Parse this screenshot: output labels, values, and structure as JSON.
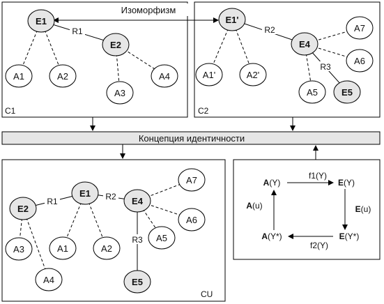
{
  "top_arrow_label": "Изоморфизм",
  "concept_bar": "Концепция идентичности",
  "panels": {
    "c1": "C1",
    "c2": "C2",
    "cu": "CU"
  },
  "c1_nodes": {
    "e1": "E1",
    "e2": "E2",
    "a1": "A1",
    "a2": "A2",
    "a3": "A3",
    "a4": "A4"
  },
  "c1_edges": {
    "r1": "R1"
  },
  "c2_nodes": {
    "e1p": "E1'",
    "e4": "E4",
    "e5": "E5",
    "a1p": "A1'",
    "a2p": "A2'",
    "a5": "A5",
    "a6": "A6",
    "a7": "A7"
  },
  "c2_edges": {
    "r2": "R2",
    "r3": "R3"
  },
  "cu_nodes": {
    "e1": "E1",
    "e2": "E2",
    "e4": "E4",
    "e5": "E5",
    "a1": "A1",
    "a2": "A2",
    "a3": "A3",
    "a4": "A4",
    "a5": "A5",
    "a6": "A6",
    "a7": "A7"
  },
  "cu_edges": {
    "r1": "R1",
    "r2": "R2",
    "r3": "R3"
  },
  "square": {
    "top_left_main": "A",
    "top_left_arg": "(Y)",
    "top_right_main": "E",
    "top_right_arg": "(Y)",
    "bottom_left_main": "A",
    "bottom_left_arg": "(Y*)",
    "bottom_right_main": "E",
    "bottom_right_arg": "(Y*)",
    "f1": "f1(Y)",
    "f2": "f2(Y)",
    "left_main": "A",
    "left_arg": "(u)",
    "right_main": "E",
    "right_arg": "(u)"
  }
}
